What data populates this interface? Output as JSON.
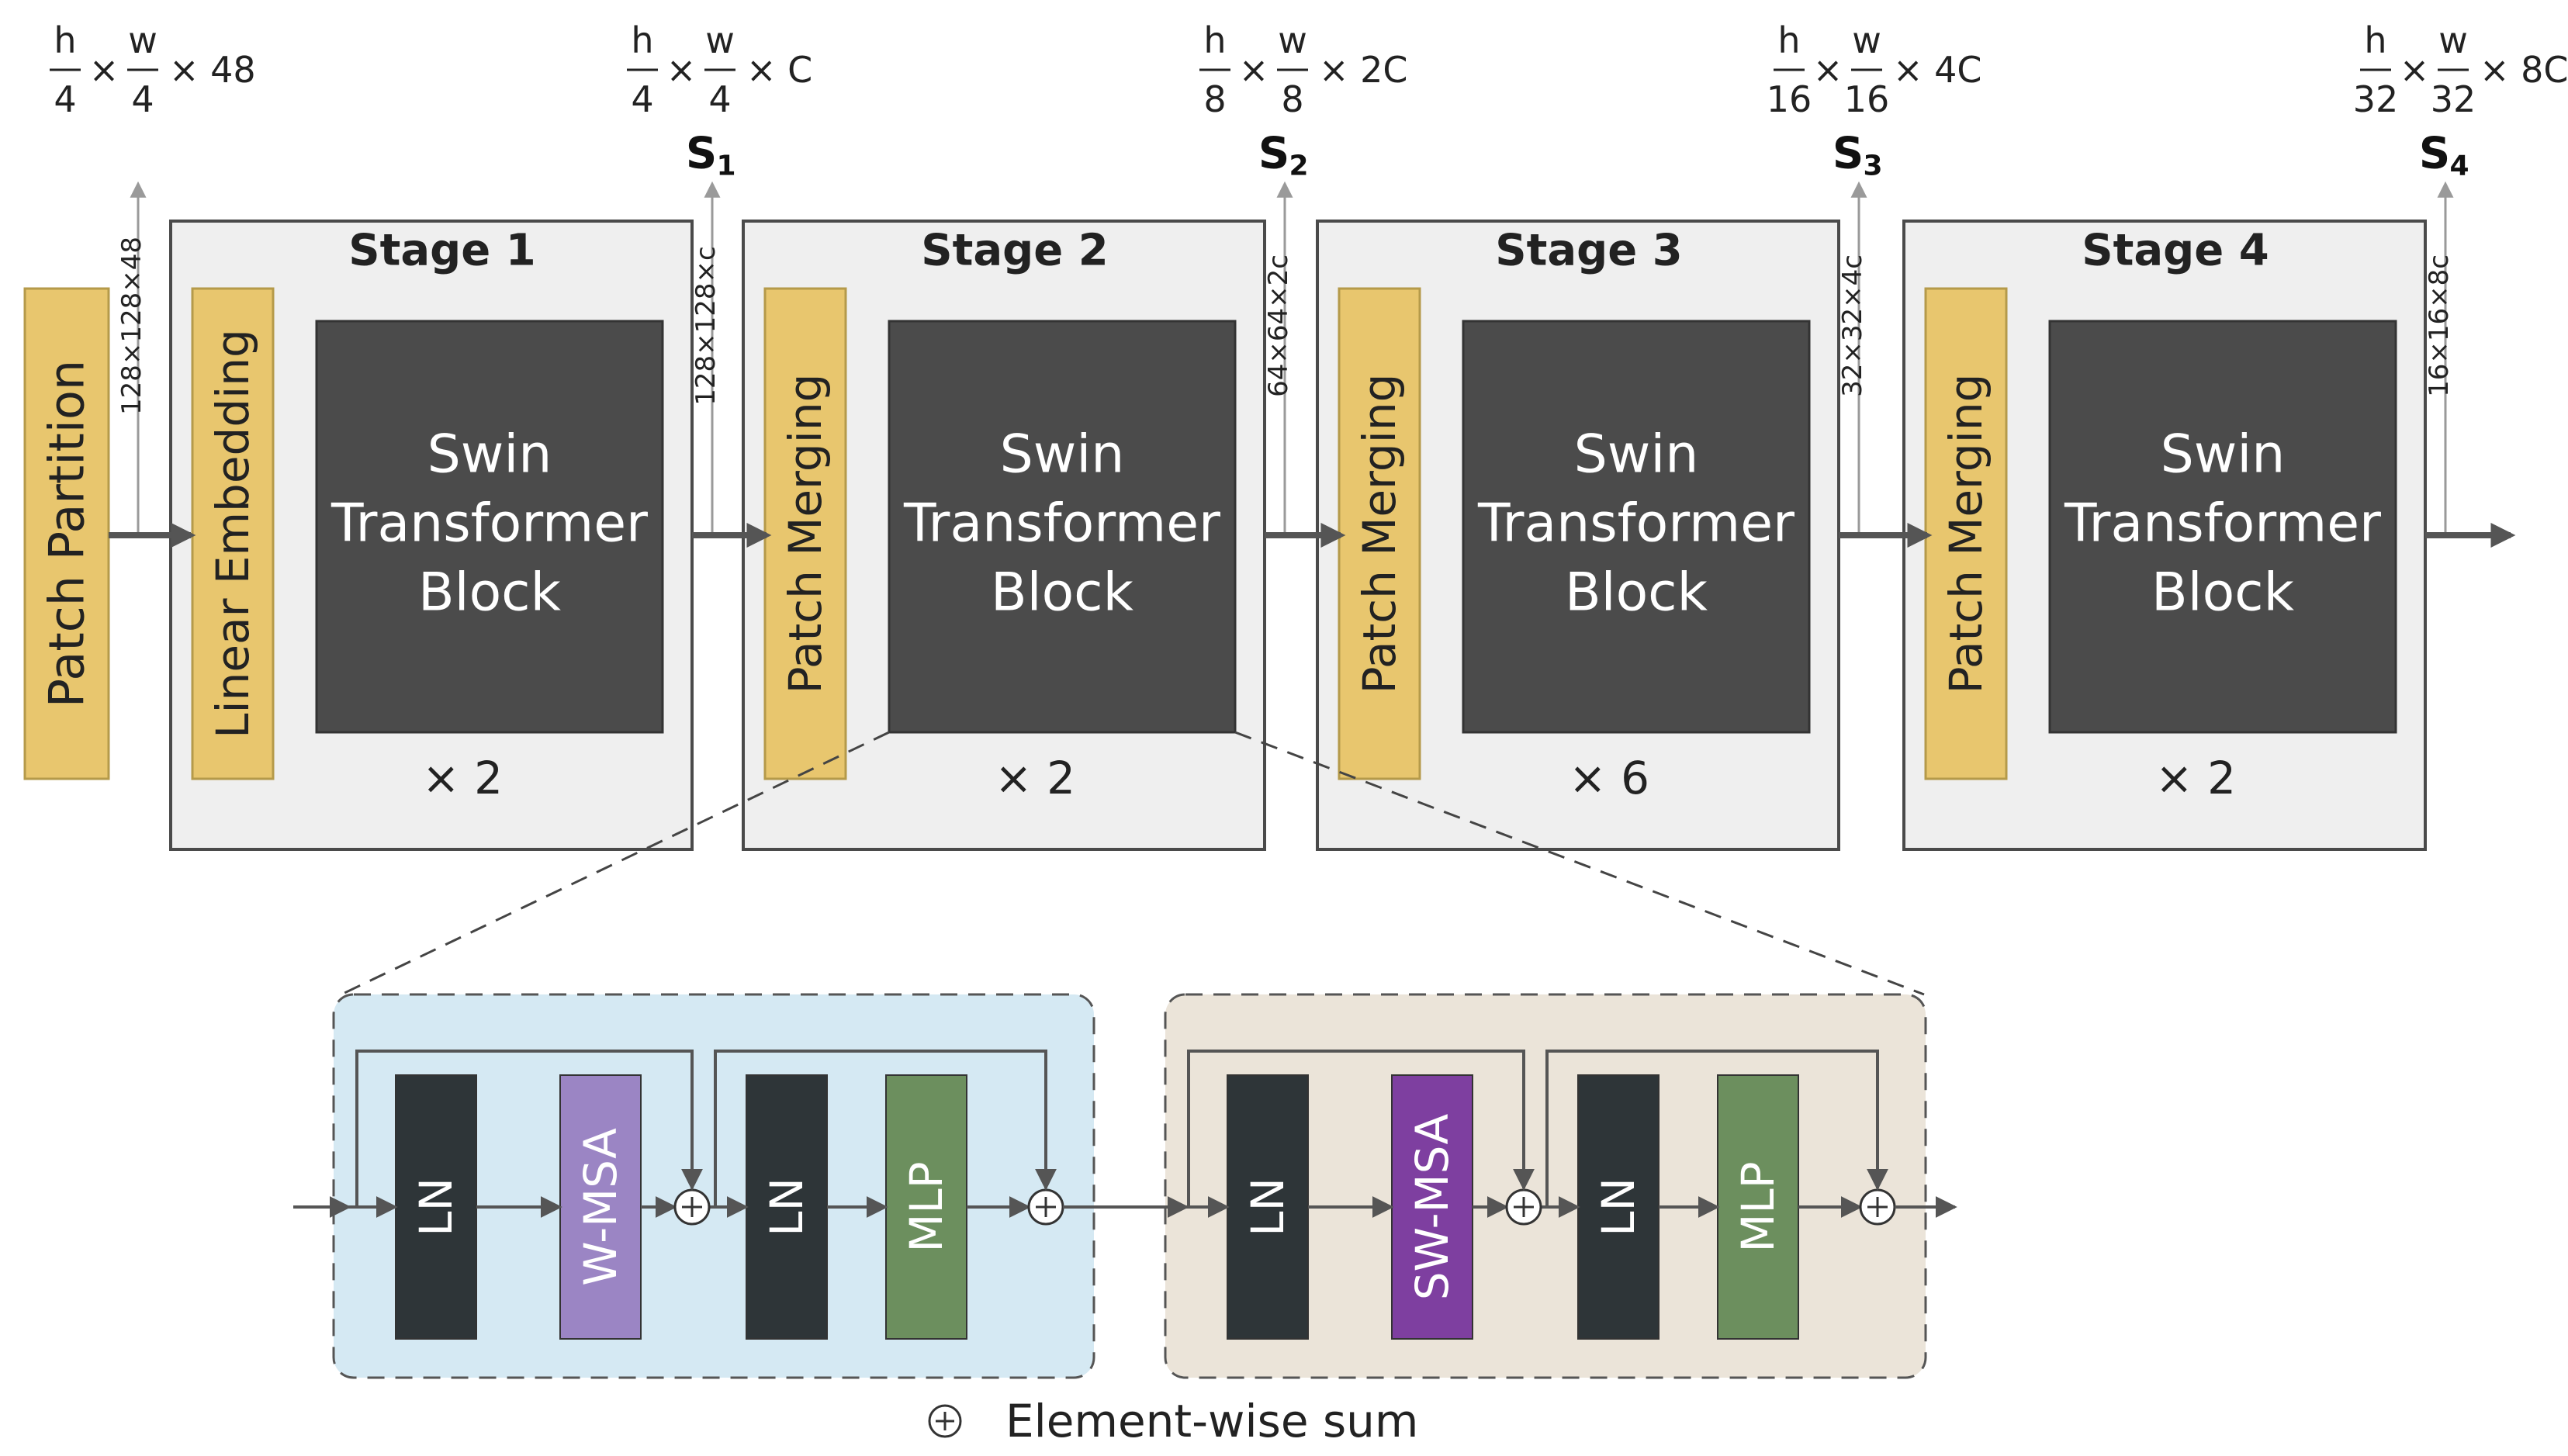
{
  "colors": {
    "stage_fill": "#efefef",
    "stage_border": "#4a4a4a",
    "yellow_block": "#e8c66e",
    "yellow_border": "#b59a4a",
    "dark_block": "#4b4b4b",
    "ln_block": "#2e3538",
    "wmsa_block": "#9b85c4",
    "swmsa_block": "#7e3fa0",
    "mlp_block": "#6c8f5e",
    "blue_panel": "#d5e9f3",
    "tan_panel": "#ebe4d9",
    "arrow": "#555555",
    "arrow_light": "#9a9a9a"
  },
  "patch_partition": "Patch Partition",
  "input_dims": {
    "h": "h",
    "w": "w",
    "den": "4",
    "times": "×",
    "tail": "× 48"
  },
  "input_shape": "128×128×48",
  "stages": [
    {
      "title": "Stage 1",
      "merge": "Linear Embedding",
      "block": [
        "Swin",
        "Transformer",
        "Block"
      ],
      "repeat": "× 2",
      "out_dims": {
        "h": "h",
        "w": "w",
        "den": "4",
        "times": "×",
        "tail": "× C"
      },
      "out_label": "S",
      "out_sub": "1",
      "out_shape": "128×128×c"
    },
    {
      "title": "Stage 2",
      "merge": "Patch Merging",
      "block": [
        "Swin",
        "Transformer",
        "Block"
      ],
      "repeat": "× 2",
      "out_dims": {
        "h": "h",
        "w": "w",
        "den": "8",
        "times": "×",
        "tail": "× 2C"
      },
      "out_label": "S",
      "out_sub": "2",
      "out_shape": "64×64×2c"
    },
    {
      "title": "Stage 3",
      "merge": "Patch Merging",
      "block": [
        "Swin",
        "Transformer",
        "Block"
      ],
      "repeat": "× 6",
      "out_dims": {
        "h": "h",
        "w": "w",
        "den": "16",
        "times": "×",
        "tail": "× 4C"
      },
      "out_label": "S",
      "out_sub": "3",
      "out_shape": "32×32×4c"
    },
    {
      "title": "Stage 4",
      "merge": "Patch Merging",
      "block": [
        "Swin",
        "Transformer",
        "Block"
      ],
      "repeat": "× 2",
      "out_dims": {
        "h": "h",
        "w": "w",
        "den": "32",
        "times": "×",
        "tail": "× 8C"
      },
      "out_label": "S",
      "out_sub": "4",
      "out_shape": "16×16×8c"
    }
  ],
  "detail": {
    "ln": "LN",
    "wmsa": "W-MSA",
    "swmsa": "SW-MSA",
    "mlp": "MLP",
    "legend_symbol": "⊕",
    "legend_text": "Element-wise sum"
  }
}
